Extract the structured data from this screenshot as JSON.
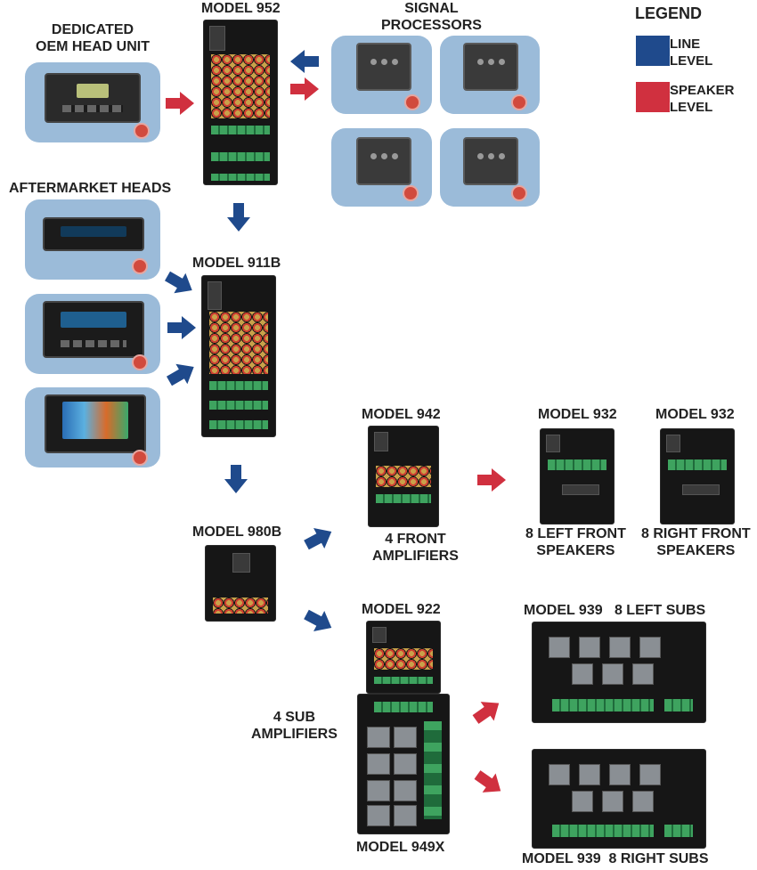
{
  "labels": {
    "oem": "DEDICATED\nOEM HEAD UNIT",
    "model952": "MODEL 952",
    "signal": "SIGNAL\nPROCESSORS",
    "aftermarket": "AFTERMARKET HEADS",
    "model911b": "MODEL 911B",
    "model942": "MODEL 942",
    "front_amps": "4 FRONT\nAMPLIFIERS",
    "model932a": "MODEL 932",
    "left_front": "8 LEFT FRONT\nSPEAKERS",
    "model932b": "MODEL 932",
    "right_front": "8 RIGHT FRONT\nSPEAKERS",
    "model980b": "MODEL 980B",
    "model922": "MODEL 922",
    "sub_amps": "4 SUB\nAMPLIFIERS",
    "model949x": "MODEL 949X",
    "model939_left": "MODEL 939   8 LEFT SUBS",
    "model939_right": "MODEL 939  8 RIGHT SUBS"
  },
  "legend": {
    "title": "LEGEND",
    "line": "LINE\nLEVEL",
    "speaker": "SPEAKER\nLEVEL"
  },
  "colors": {
    "line_level": "#1f4a8c",
    "speaker_level": "#d0303f",
    "card_bg": "#9bbbd9"
  }
}
